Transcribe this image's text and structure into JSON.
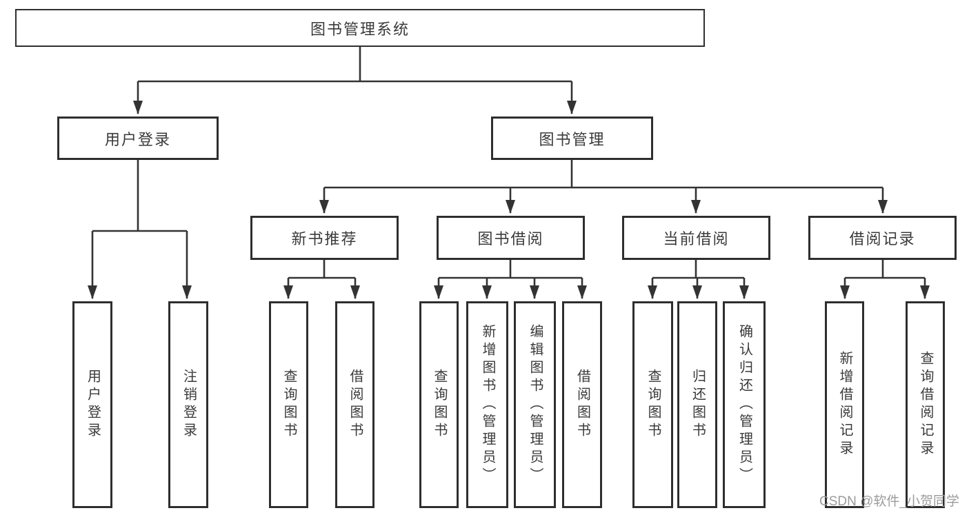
{
  "diagram": {
    "root": {
      "label": "图书管理系统",
      "children": [
        {
          "label": "用户登录",
          "children": [
            {
              "label": "用户登录"
            },
            {
              "label": "注销登录"
            }
          ]
        },
        {
          "label": "图书管理",
          "children": [
            {
              "label": "新书推荐",
              "children": [
                {
                  "label": "查询图书"
                },
                {
                  "label": "借阅图书"
                }
              ]
            },
            {
              "label": "图书借阅",
              "children": [
                {
                  "label": "查询图书"
                },
                {
                  "label": "新增图书（管理员）"
                },
                {
                  "label": "编辑图书（管理员）"
                },
                {
                  "label": "借阅图书"
                }
              ]
            },
            {
              "label": "当前借阅",
              "children": [
                {
                  "label": "查询图书"
                },
                {
                  "label": "归还图书"
                },
                {
                  "label": "确认归还（管理员）"
                }
              ]
            },
            {
              "label": "借阅记录",
              "children": [
                {
                  "label": "新增借阅记录"
                },
                {
                  "label": "查询借阅记录"
                }
              ]
            }
          ]
        }
      ]
    }
  },
  "watermark": "CSDN @软件_小贺同学",
  "colors": {
    "line": "#333333",
    "box_border": "#2e2e2e",
    "text": "#3a3a3a",
    "watermark": "#9b9b9b",
    "background": "#ffffff"
  }
}
